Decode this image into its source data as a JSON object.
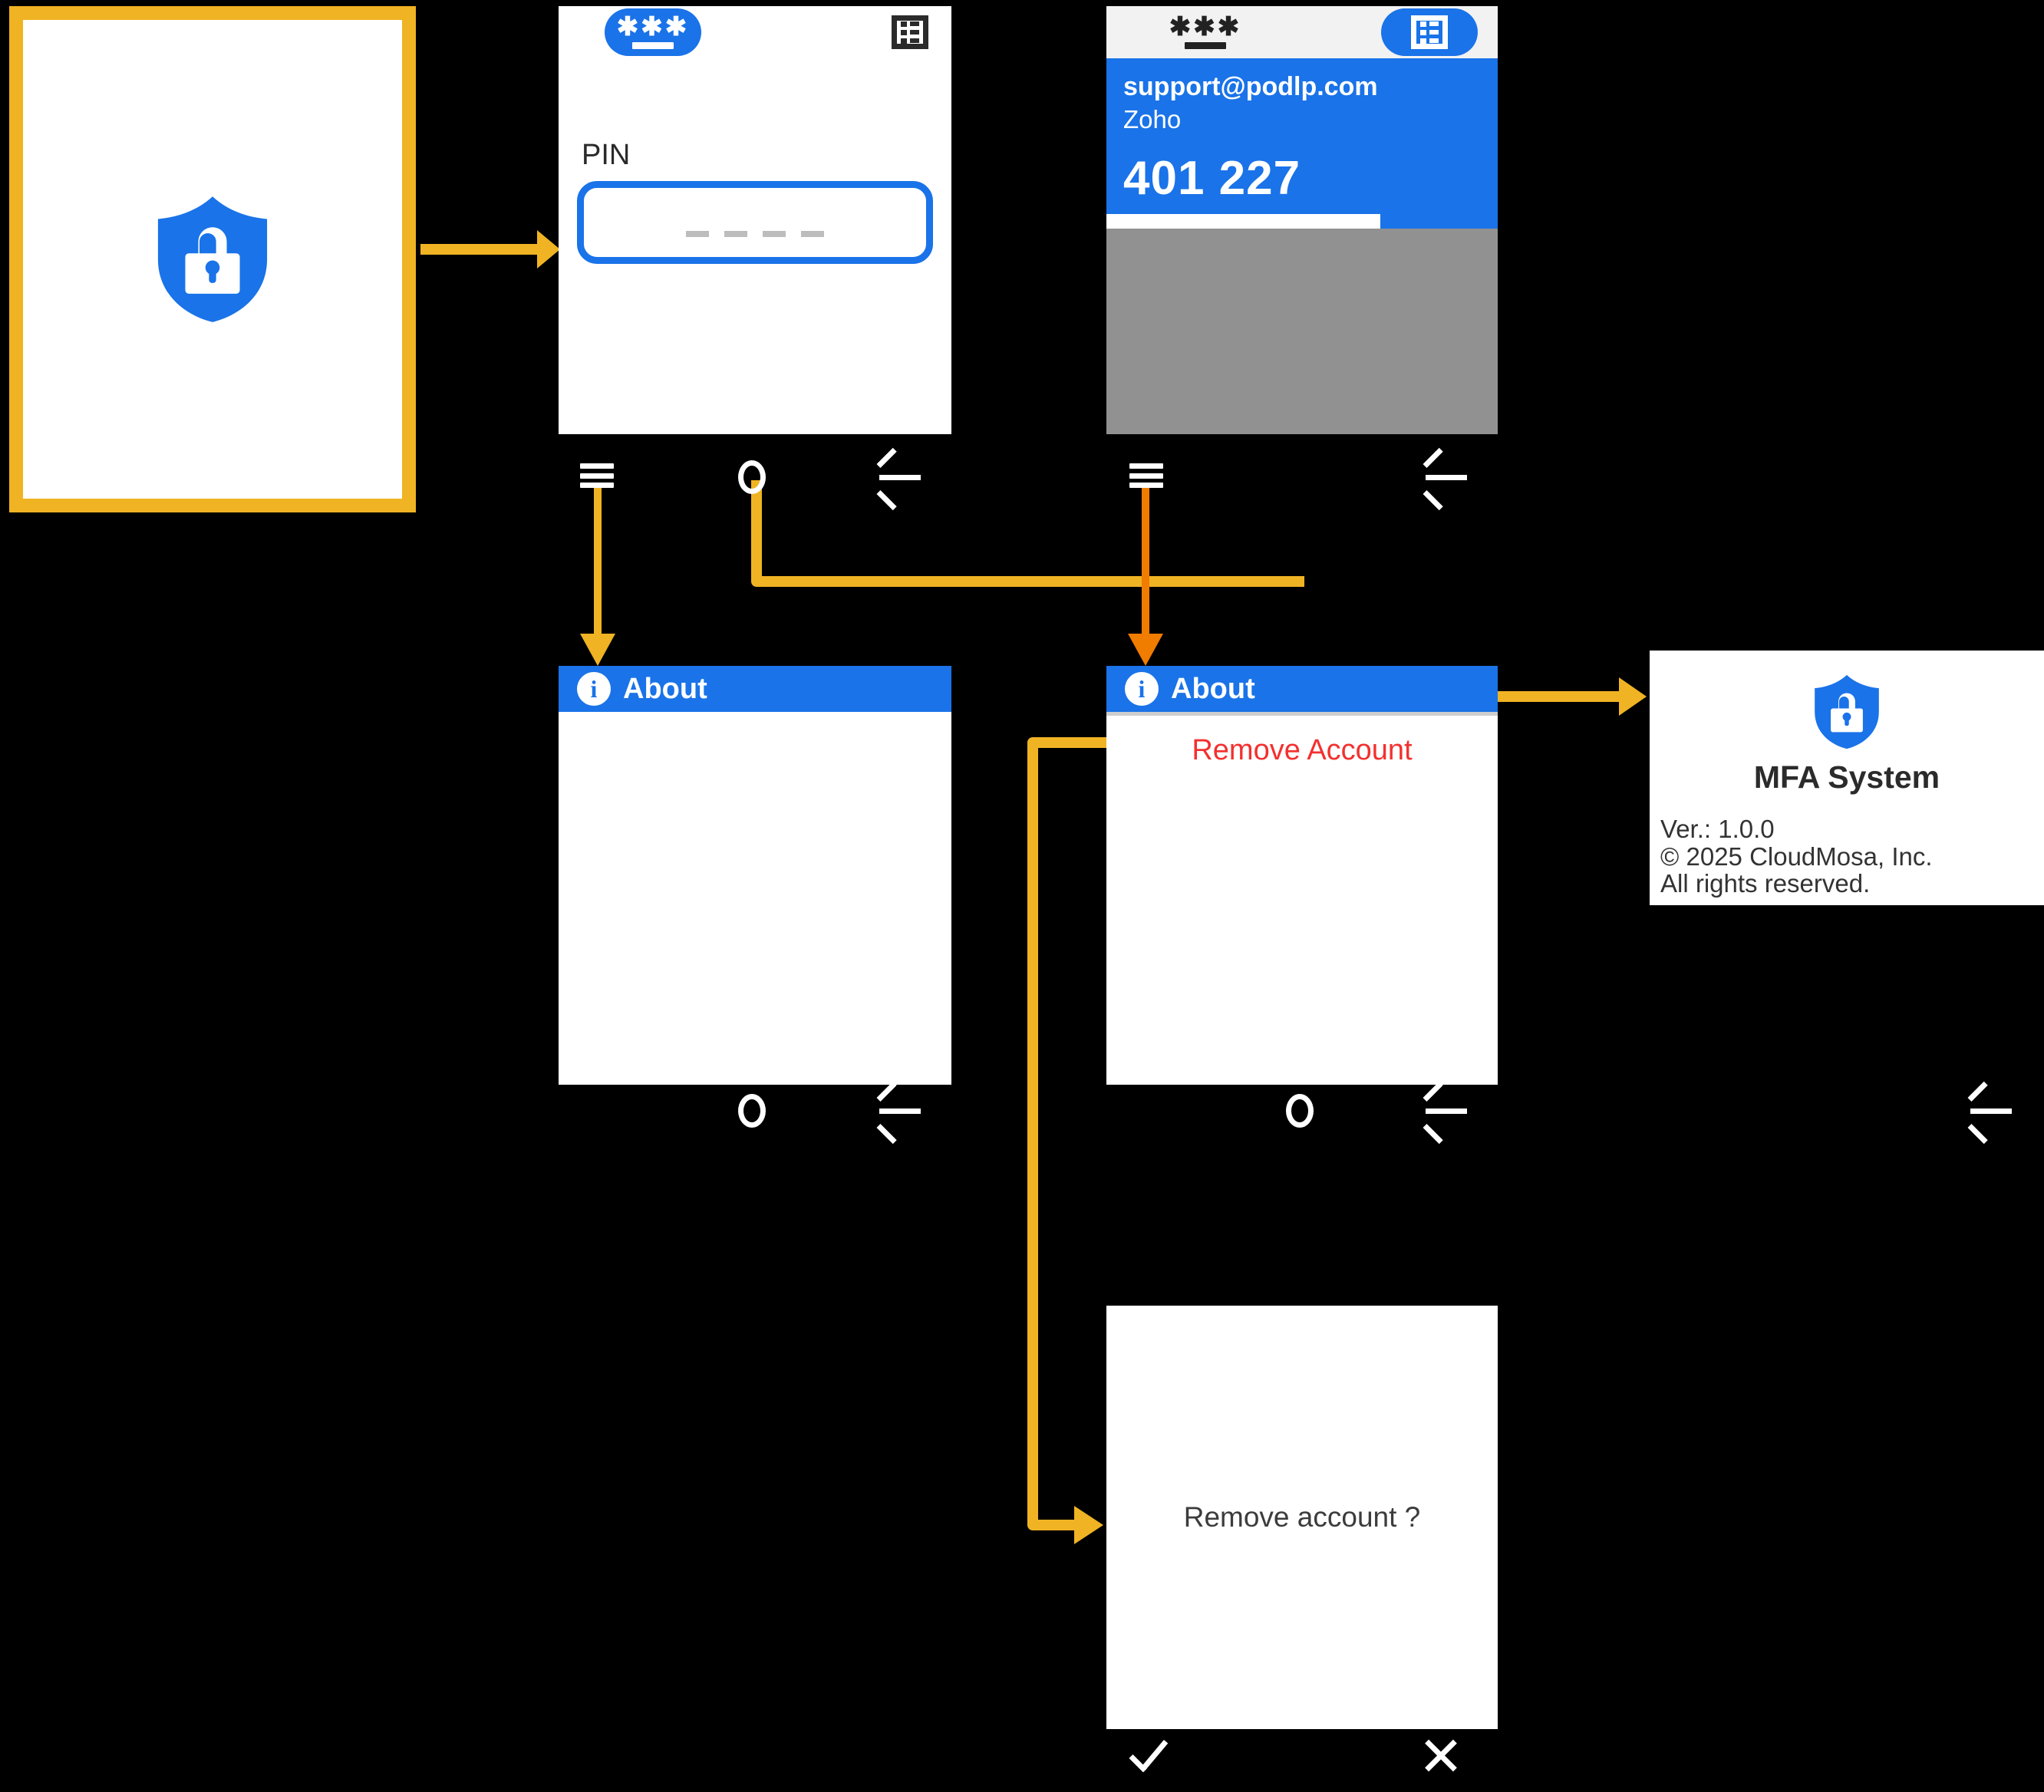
{
  "flow": {
    "title": "MFA System app flow diagram",
    "accent_yellow": "#f0b323",
    "accent_orange": "#f07c00",
    "brand_blue": "#1a73e8",
    "danger_red": "#f2312f"
  },
  "splash_screen": {
    "name": "splash",
    "icon": "shield-lock-icon"
  },
  "pin_screen": {
    "toolbar": {
      "password_pill_icon": "password-asterisks-icon",
      "password_pill_stars": "✱✱✱",
      "list_icon": "list-view-icon"
    },
    "pin_label": "PIN",
    "pin_dash_count": 4,
    "navbar": {
      "menu": "hamburger-icon",
      "home": "home-circle-icon",
      "back": "back-arrow-icon"
    }
  },
  "otp_screen": {
    "toolbar": {
      "password_icon": "password-asterisks-icon",
      "password_stars": "✱✱✱",
      "list_icon": "list-view-icon"
    },
    "account_email": "support@podlp.com",
    "issuer": "Zoho",
    "code": "401 227",
    "progress_percent": 70,
    "navbar": {
      "menu": "hamburger-icon",
      "back": "back-arrow-icon"
    }
  },
  "about_screen_left": {
    "icon": "info-icon",
    "title": "About",
    "navbar": {
      "home": "home-circle-icon",
      "back": "back-arrow-icon"
    }
  },
  "about_screen_right": {
    "icon": "info-icon",
    "title": "About",
    "menu_items": [
      {
        "label": "Remove Account",
        "color": "#f2312f"
      }
    ],
    "navbar": {
      "home": "home-circle-icon",
      "back": "back-arrow-icon"
    }
  },
  "mfa_info_panel": {
    "icon": "shield-lock-icon",
    "app_name": "MFA System",
    "lines": [
      "Ver.: 1.0.0",
      "© 2025 CloudMosa, Inc.",
      "All rights reserved."
    ],
    "navbar": {
      "back": "back-arrow-icon"
    }
  },
  "confirm_dialog": {
    "message": "Remove account ?",
    "navbar": {
      "confirm": "check-icon",
      "cancel": "close-x-icon"
    }
  }
}
